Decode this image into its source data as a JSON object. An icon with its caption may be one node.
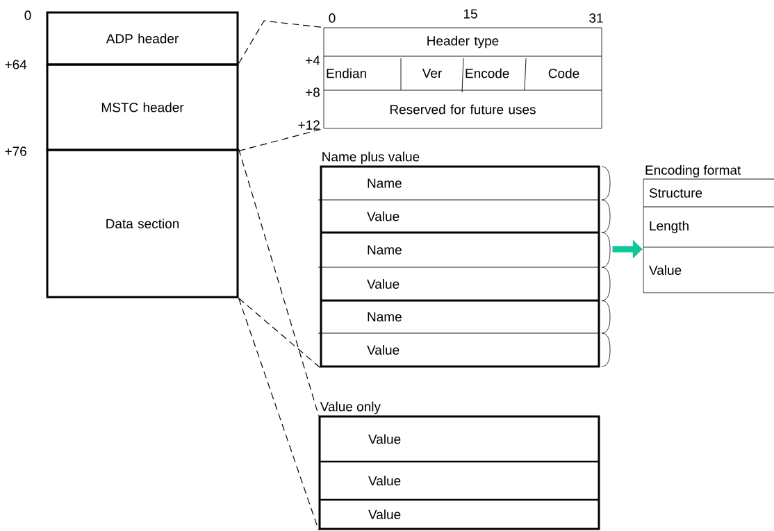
{
  "diagram": {
    "nodes": [
      {
        "text": [
          "ADP header"
        ]
      },
      {
        "text": [
          "MSTC header"
        ]
      },
      {
        "text": [
          "Data section"
        ]
      },
      {
        "text": [],
        "shape": "box"
      },
      {
        "text": [
          "Header type"
        ],
        "in": 3
      },
      {
        "text": [
          "Endian"
        ],
        "in": 3
      },
      {
        "text": [
          "Ver"
        ],
        "in": 3
      },
      {
        "text": [
          "Encode"
        ],
        "in": 3
      },
      {
        "text": [
          "Code"
        ],
        "in": 3
      },
      {
        "text": [
          "Reserved for future uses"
        ],
        "in": 3
      },
      {
        "text": [
          "Name plus value"
        ]
      },
      {
        "text": [
          "Name"
        ],
        "in": 10
      },
      {
        "text": [
          "Value"
        ],
        "in": 10
      },
      {
        "text": [
          "Name"
        ],
        "in": 10
      },
      {
        "text": [
          "Value"
        ],
        "in": 10
      },
      {
        "text": [
          "Name"
        ],
        "in": 10
      },
      {
        "text": [
          "Value"
        ],
        "in": 10
      },
      {
        "text": [
          "Encoding format"
        ]
      },
      {
        "text": [
          "Structure"
        ],
        "in": 17
      },
      {
        "text": [
          "Length"
        ],
        "in": 17
      },
      {
        "text": [
          "Value"
        ],
        "in": 17
      },
      {
        "text": [
          "Value only"
        ]
      },
      {
        "text": [
          "Value"
        ],
        "in": 21
      },
      {
        "text": [
          "Value"
        ],
        "in": 21
      },
      {
        "text": [
          "Value"
        ],
        "in": 21
      }
    ],
    "edges": [
      {
        "from": 1,
        "to": 3,
        "arrow": "none",
        "style": "dashed"
      },
      {
        "from": 1,
        "to": 3,
        "arrow": "none",
        "style": "dashed"
      },
      {
        "from": 2,
        "to": 10,
        "arrow": "none",
        "style": "dashed"
      },
      {
        "from": 2,
        "to": 21,
        "arrow": "none",
        "style": "dashed"
      },
      {
        "from": 2,
        "to": 21,
        "arrow": "none",
        "style": "dashed"
      },
      {
        "from": 10,
        "to": 17,
        "arrow": "to",
        "style": "thick",
        "color": "#10c896"
      }
    ],
    "labels": [
      "0",
      "+64",
      "+76",
      "0",
      "15",
      "31",
      "+4",
      "+8",
      "+12"
    ]
  }
}
